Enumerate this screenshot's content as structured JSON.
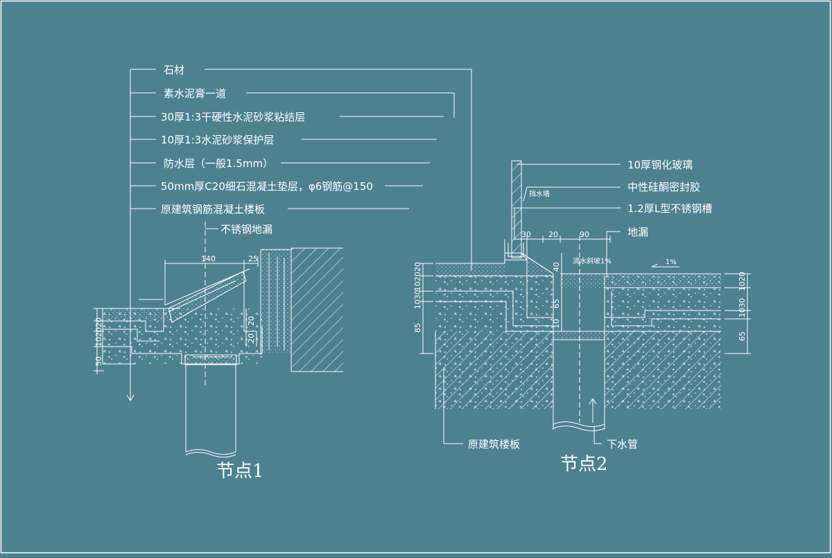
{
  "colors": {
    "background": "#4d8190",
    "line": "#ffffff"
  },
  "node1": {
    "title": "节点1",
    "layers": [
      "石材",
      "素水泥膏一道",
      "30厚1:3干硬性水泥砂浆粘结层",
      "10厚1:3水泥砂浆保护层",
      "防水层（一般1.5mm）",
      "50mm厚C20细石混凝土垫层，φ6钢筋@150",
      "原建筑钢筋混凝土楼板"
    ],
    "drain_label": "不锈钢地漏",
    "dims": {
      "top_width": "140",
      "top_right": "25",
      "left_stack": "102020",
      "left_bottom": "50",
      "right_a": "20",
      "right_b": "20"
    }
  },
  "node2": {
    "title": "节点2",
    "labels": [
      "10厚钢化玻璃",
      "中性硅酮密封胶",
      "1.2厚L型不锈钢槽"
    ],
    "drain_label": "地漏",
    "slab_label": "原建筑楼板",
    "pipe_label": "下水管",
    "wall_label": "挡水墙",
    "slope_label": "流水斜坡1%",
    "slope_small": "1%",
    "dims": {
      "top": [
        "30",
        "20",
        "90"
      ],
      "left_top": "102020",
      "left_mid": "1030",
      "left_bottom": "85",
      "mid_a": "40",
      "mid_b": "65",
      "mid_c": "10",
      "right_top": "1020",
      "right_mid": "1030",
      "right_bottom": "65"
    }
  }
}
